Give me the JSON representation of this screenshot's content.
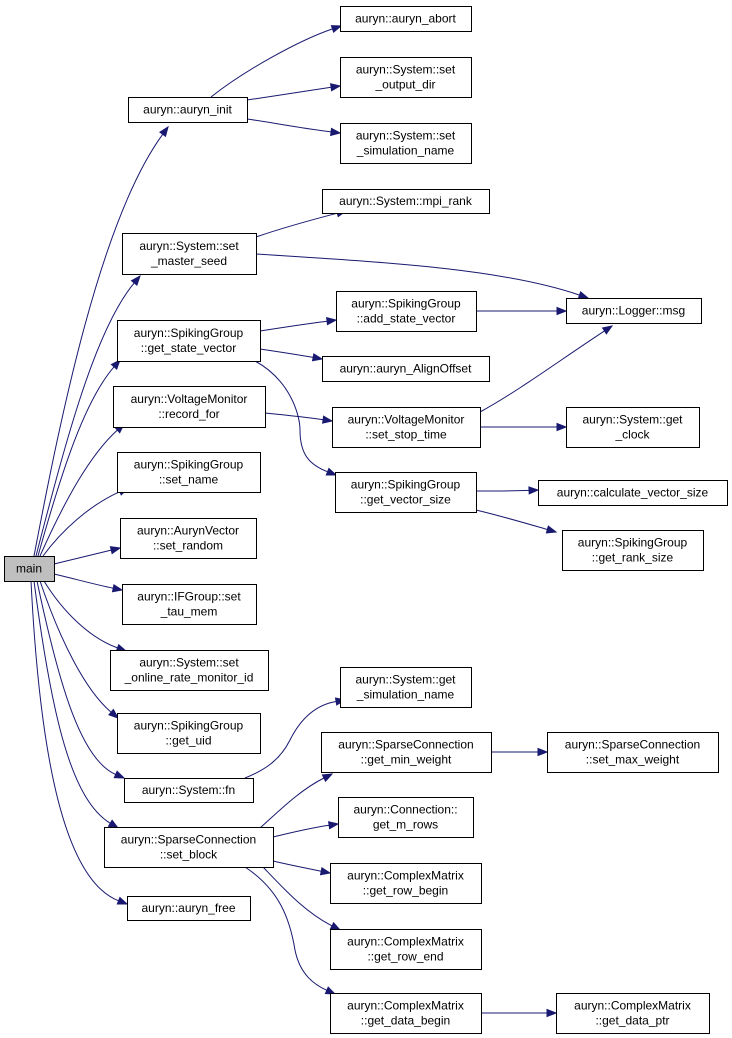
{
  "colors": {
    "edge": "#191970",
    "root_fill": "#bfbfbf",
    "node_fill": "#ffffff"
  },
  "nodes": [
    {
      "id": "main",
      "lines": [
        "main"
      ]
    },
    {
      "id": "auryn_init",
      "lines": [
        "auryn::auryn_init"
      ]
    },
    {
      "id": "auryn_abort",
      "lines": [
        "auryn::auryn_abort"
      ]
    },
    {
      "id": "set_output_dir",
      "lines": [
        "auryn::System::set",
        "_output_dir"
      ]
    },
    {
      "id": "set_simulation_name",
      "lines": [
        "auryn::System::set",
        "_simulation_name"
      ]
    },
    {
      "id": "mpi_rank",
      "lines": [
        "auryn::System::mpi_rank"
      ]
    },
    {
      "id": "set_master_seed",
      "lines": [
        "auryn::System::set",
        "_master_seed"
      ]
    },
    {
      "id": "logger_msg",
      "lines": [
        "auryn::Logger::msg"
      ]
    },
    {
      "id": "add_state_vector",
      "lines": [
        "auryn::SpikingGroup",
        "::add_state_vector"
      ]
    },
    {
      "id": "get_state_vector",
      "lines": [
        "auryn::SpikingGroup",
        "::get_state_vector"
      ]
    },
    {
      "id": "align_offset",
      "lines": [
        "auryn::auryn_AlignOffset"
      ]
    },
    {
      "id": "record_for",
      "lines": [
        "auryn::VoltageMonitor",
        "::record_for"
      ]
    },
    {
      "id": "set_stop_time",
      "lines": [
        "auryn::VoltageMonitor",
        "::set_stop_time"
      ]
    },
    {
      "id": "get_clock",
      "lines": [
        "auryn::System::get",
        "_clock"
      ]
    },
    {
      "id": "set_name",
      "lines": [
        "auryn::SpikingGroup",
        "::set_name"
      ]
    },
    {
      "id": "get_vector_size",
      "lines": [
        "auryn::SpikingGroup",
        "::get_vector_size"
      ]
    },
    {
      "id": "calculate_vector_size",
      "lines": [
        "auryn::calculate_vector_size"
      ]
    },
    {
      "id": "get_rank_size",
      "lines": [
        "auryn::SpikingGroup",
        "::get_rank_size"
      ]
    },
    {
      "id": "set_random",
      "lines": [
        "auryn::AurynVector",
        "::set_random"
      ]
    },
    {
      "id": "set_tau_mem",
      "lines": [
        "auryn::IFGroup::set",
        "_tau_mem"
      ]
    },
    {
      "id": "set_online_rate_monitor_id",
      "lines": [
        "auryn::System::set",
        "_online_rate_monitor_id"
      ]
    },
    {
      "id": "get_uid",
      "lines": [
        "auryn::SpikingGroup",
        "::get_uid"
      ]
    },
    {
      "id": "get_simulation_name",
      "lines": [
        "auryn::System::get",
        "_simulation_name"
      ]
    },
    {
      "id": "fn",
      "lines": [
        "auryn::System::fn"
      ]
    },
    {
      "id": "get_min_weight",
      "lines": [
        "auryn::SparseConnection",
        "::get_min_weight"
      ]
    },
    {
      "id": "set_max_weight",
      "lines": [
        "auryn::SparseConnection",
        "::set_max_weight"
      ]
    },
    {
      "id": "get_m_rows",
      "lines": [
        "auryn::Connection::",
        "get_m_rows"
      ]
    },
    {
      "id": "set_block",
      "lines": [
        "auryn::SparseConnection",
        "::set_block"
      ]
    },
    {
      "id": "get_row_begin",
      "lines": [
        "auryn::ComplexMatrix",
        "::get_row_begin"
      ]
    },
    {
      "id": "get_row_end",
      "lines": [
        "auryn::ComplexMatrix",
        "::get_row_end"
      ]
    },
    {
      "id": "auryn_free",
      "lines": [
        "auryn::auryn_free"
      ]
    },
    {
      "id": "get_data_begin",
      "lines": [
        "auryn::ComplexMatrix",
        "::get_data_begin"
      ]
    },
    {
      "id": "get_data_ptr",
      "lines": [
        "auryn::ComplexMatrix",
        "::get_data_ptr"
      ]
    }
  ],
  "edges": [
    {
      "from": "main",
      "to": "auryn_init"
    },
    {
      "from": "main",
      "to": "set_master_seed"
    },
    {
      "from": "main",
      "to": "get_state_vector"
    },
    {
      "from": "main",
      "to": "record_for"
    },
    {
      "from": "main",
      "to": "set_name"
    },
    {
      "from": "main",
      "to": "set_random"
    },
    {
      "from": "main",
      "to": "set_tau_mem"
    },
    {
      "from": "main",
      "to": "set_online_rate_monitor_id"
    },
    {
      "from": "main",
      "to": "get_uid"
    },
    {
      "from": "main",
      "to": "fn"
    },
    {
      "from": "main",
      "to": "set_block"
    },
    {
      "from": "main",
      "to": "auryn_free"
    },
    {
      "from": "auryn_init",
      "to": "auryn_abort"
    },
    {
      "from": "auryn_init",
      "to": "set_output_dir"
    },
    {
      "from": "auryn_init",
      "to": "set_simulation_name"
    },
    {
      "from": "set_master_seed",
      "to": "mpi_rank"
    },
    {
      "from": "set_master_seed",
      "to": "logger_msg"
    },
    {
      "from": "get_state_vector",
      "to": "add_state_vector"
    },
    {
      "from": "get_state_vector",
      "to": "align_offset"
    },
    {
      "from": "get_state_vector",
      "to": "get_vector_size"
    },
    {
      "from": "add_state_vector",
      "to": "logger_msg"
    },
    {
      "from": "record_for",
      "to": "set_stop_time"
    },
    {
      "from": "set_stop_time",
      "to": "logger_msg"
    },
    {
      "from": "set_stop_time",
      "to": "get_clock"
    },
    {
      "from": "get_vector_size",
      "to": "calculate_vector_size"
    },
    {
      "from": "get_vector_size",
      "to": "get_rank_size"
    },
    {
      "from": "fn",
      "to": "get_simulation_name"
    },
    {
      "from": "set_block",
      "to": "get_min_weight"
    },
    {
      "from": "set_block",
      "to": "get_m_rows"
    },
    {
      "from": "set_block",
      "to": "get_row_begin"
    },
    {
      "from": "set_block",
      "to": "get_row_end"
    },
    {
      "from": "set_block",
      "to": "get_data_begin"
    },
    {
      "from": "get_min_weight",
      "to": "set_max_weight"
    },
    {
      "from": "get_data_begin",
      "to": "get_data_ptr"
    }
  ]
}
